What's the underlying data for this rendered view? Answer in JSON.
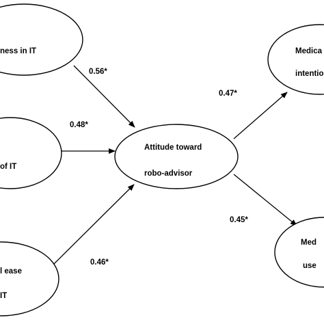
{
  "nodes": {
    "left_top": {
      "lines": [
        "ness in IT"
      ]
    },
    "left_middle": {
      "lines": [
        "of IT"
      ]
    },
    "left_bottom": {
      "lines": [
        "l ease",
        "IT"
      ]
    },
    "center": {
      "lines": [
        "Attitude toward",
        "robo-advisor"
      ]
    },
    "right_top": {
      "lines": [
        "Medica",
        "intentio"
      ]
    },
    "right_bottom": {
      "lines": [
        "Med",
        "use"
      ]
    }
  },
  "edges": {
    "left_top_to_center": "0.56*",
    "left_middle_to_center": "0.48*",
    "left_bottom_to_center": "0.46*",
    "center_to_right_top": "0.47*",
    "center_to_right_bottom": "0.45*"
  }
}
